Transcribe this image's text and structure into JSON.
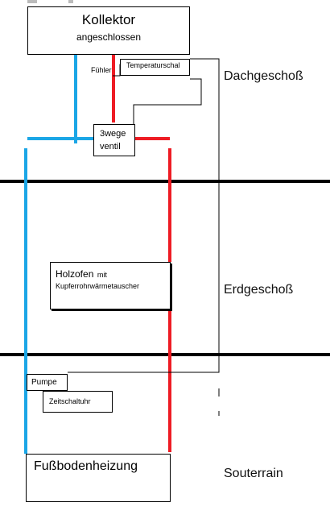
{
  "colors": {
    "cold_pipe": "#1ba6e6",
    "hot_pipe": "#ee1c24",
    "wire": "#000000",
    "floor_line": "#000000"
  },
  "collector": {
    "title": "Kollektor",
    "subtitle": "angeschlossen"
  },
  "sensor": {
    "label": "Fühler"
  },
  "thermostat": {
    "label": "Temperaturschal"
  },
  "valve": {
    "line1": "3wege",
    "line2": "ventil"
  },
  "stove": {
    "line1_main": "Holzofen",
    "line1_small": "mit",
    "line2": "Kupferrohrwärmetauscher"
  },
  "pump": {
    "label": "Pumpe"
  },
  "timer": {
    "label": "Zeitschaltuhr"
  },
  "floor_heating": {
    "label": "Fußbodenheizung"
  },
  "floors": {
    "attic": "Dachgeschoß",
    "ground": "Erdgeschoß",
    "basement": "Souterrain"
  }
}
